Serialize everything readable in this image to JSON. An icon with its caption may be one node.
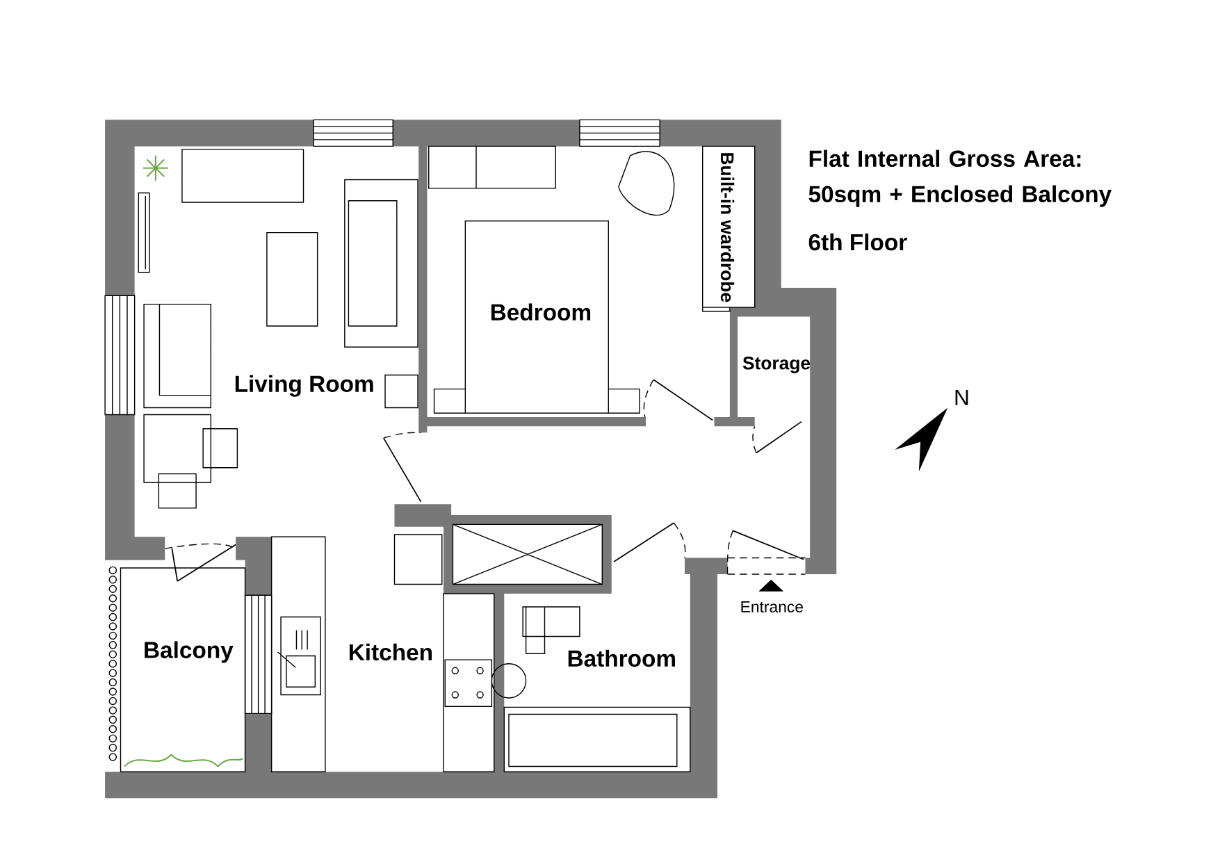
{
  "diagram": {
    "title": "Flat Internal Gross Area: 50sqm + Enclosed Balcony",
    "labels": [
      "Built-in wardrobe",
      "6th Floor",
      "Bedroom",
      "Storage",
      "Living Room",
      "N",
      "Entrance",
      "Balcony",
      "Kitchen",
      "Bathroom"
    ]
  }
}
